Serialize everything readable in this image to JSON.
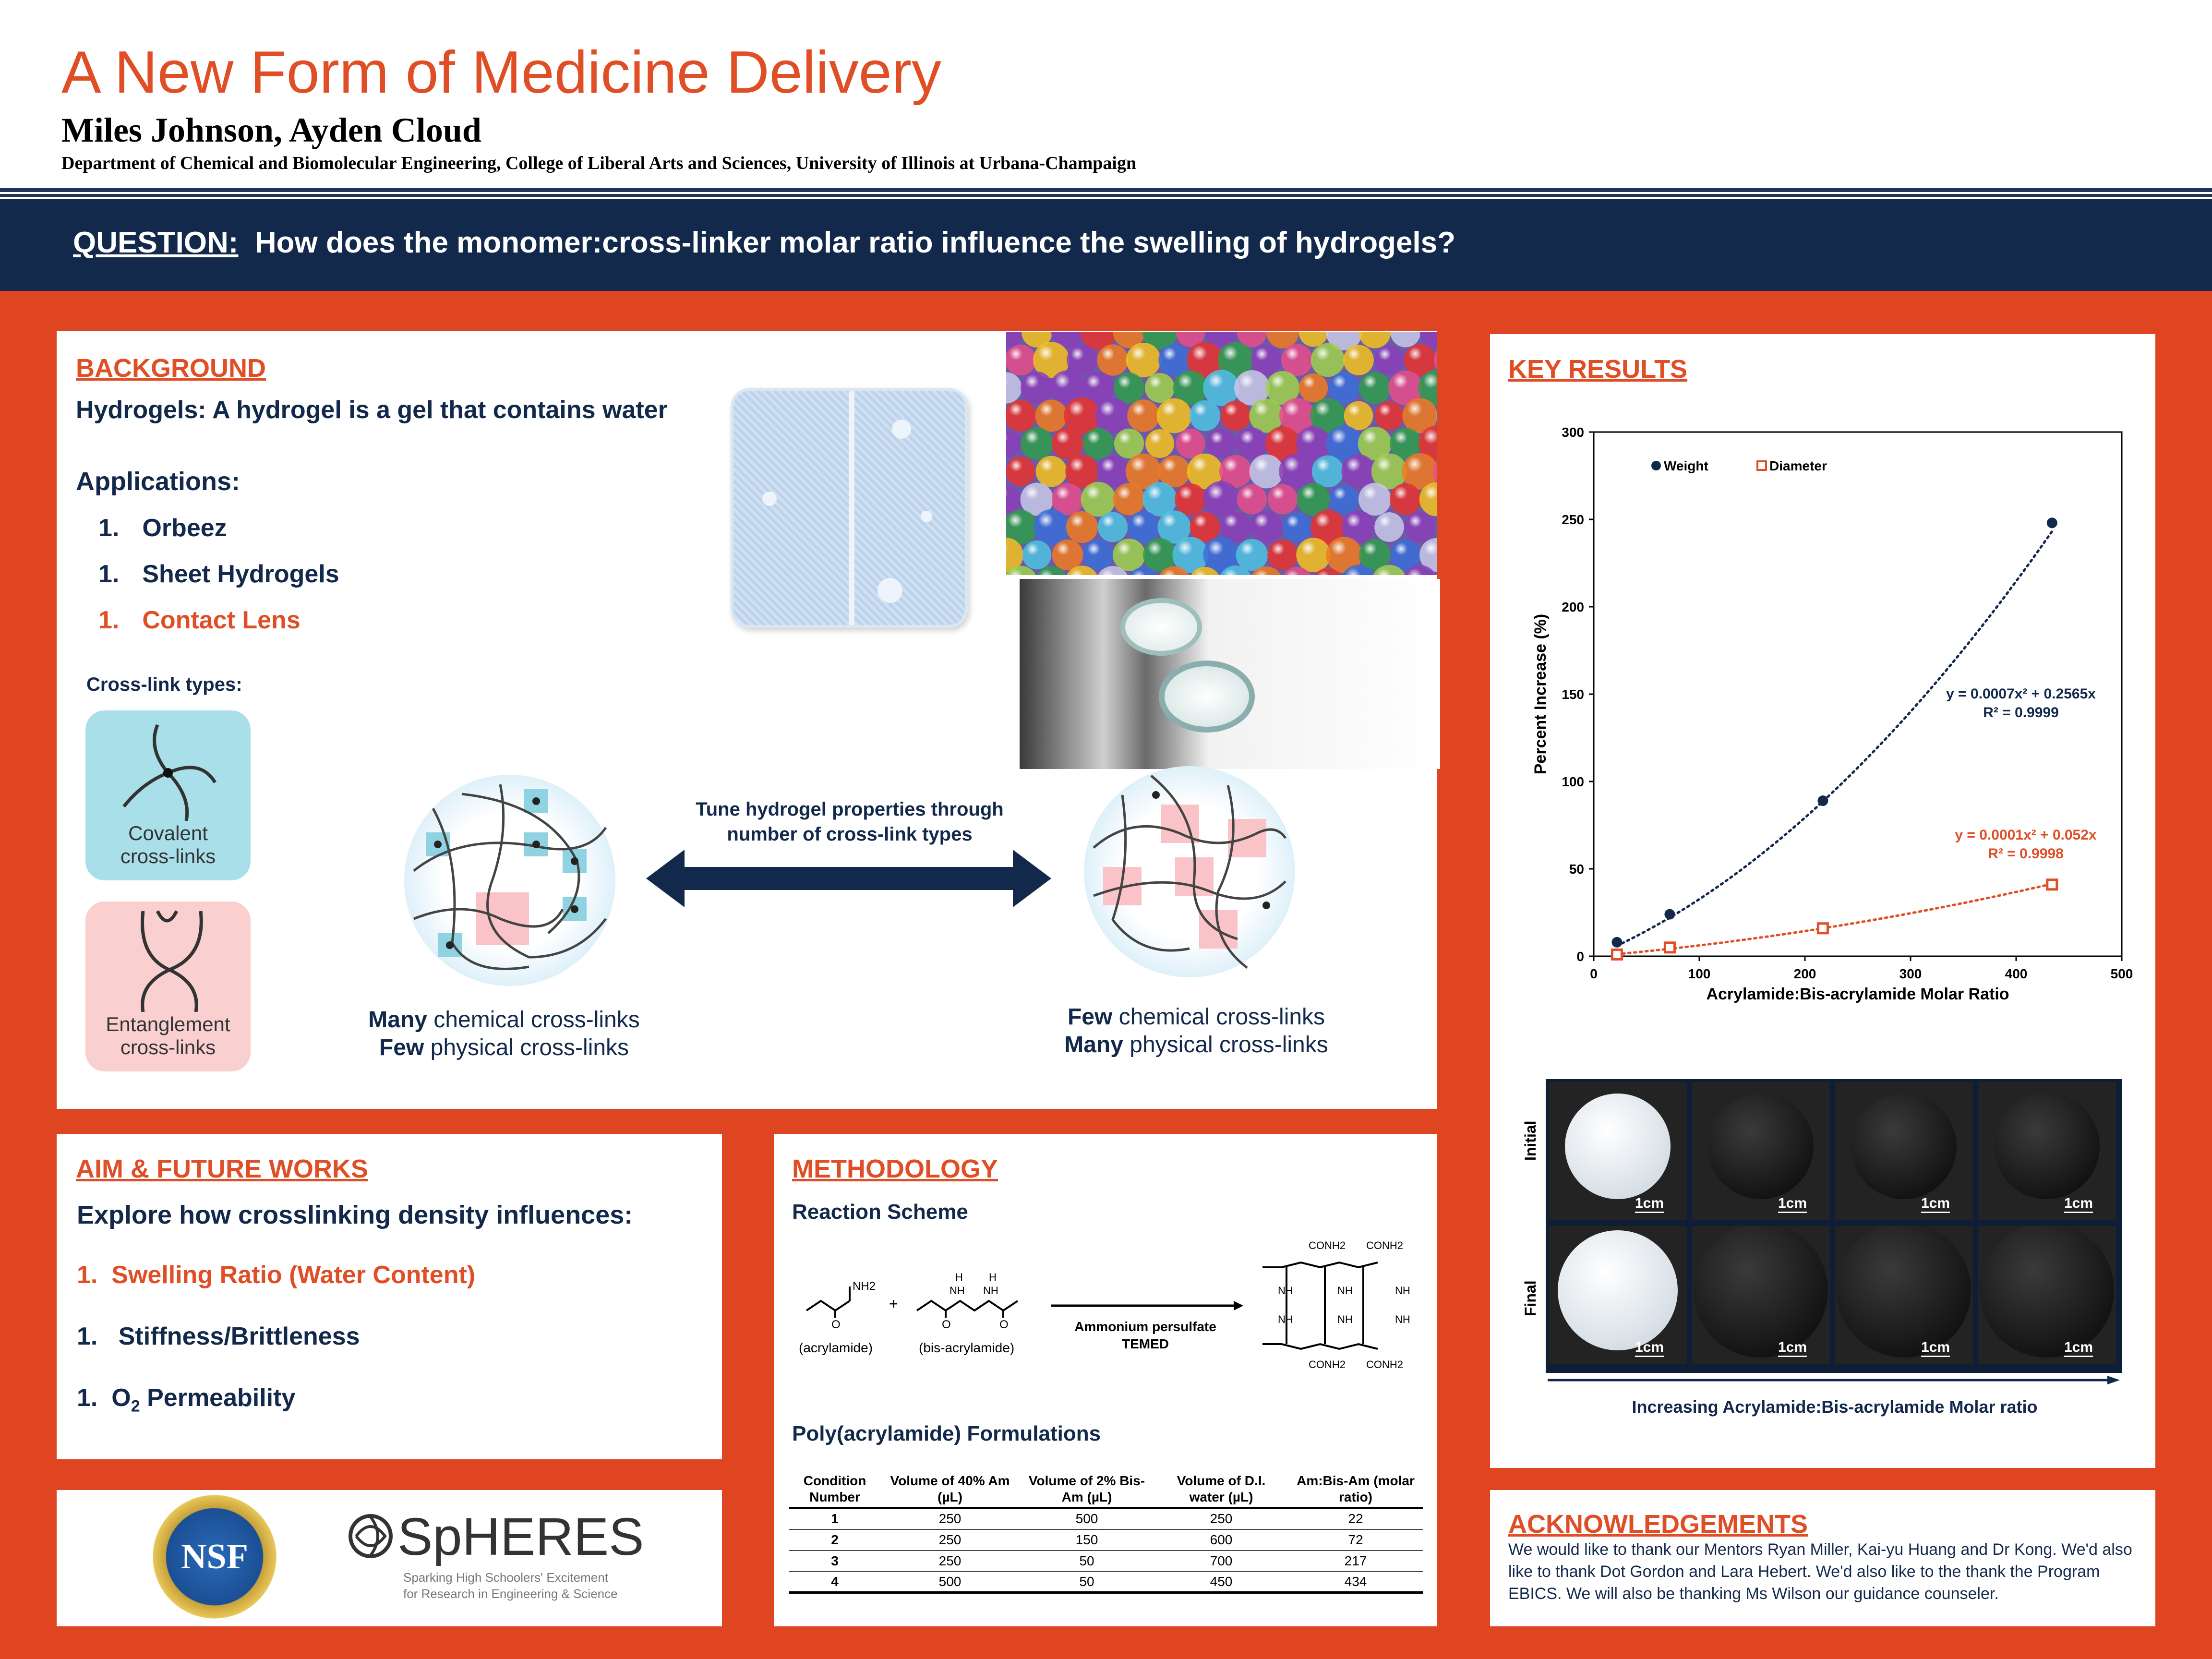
{
  "header": {
    "title": "A New Form of Medicine Delivery",
    "authors": "Miles Johnson, Ayden Cloud",
    "department": "Department of Chemical and Biomolecular Engineering, College of Liberal Arts and Sciences, University of Illinois at Urbana-Champaign"
  },
  "question": {
    "label": "QUESTION:",
    "text": "How does the monomer:cross-linker molar ratio influence the swelling of hydrogels?"
  },
  "background": {
    "title": "BACKGROUND",
    "definition": "Hydrogels: A hydrogel is a gel that contains water",
    "applications_title": "Applications:",
    "applications": [
      {
        "num": "1.",
        "label": "Orbeez"
      },
      {
        "num": "1.",
        "label": "Sheet Hydrogels"
      },
      {
        "num": "1.",
        "label": "Contact Lens"
      }
    ],
    "crosslink_title": "Cross-link types:",
    "covalent_label": "Covalent cross-links",
    "entanglement_label": "Entanglement cross-links",
    "tune_text": "Tune hydrogel properties through number of cross-link types",
    "left_many": "Many",
    "left_many_rest": " chemical cross-links",
    "left_few": "Few",
    "left_few_rest": " physical cross-links",
    "right_few": "Few",
    "right_few_rest": " chemical cross-links",
    "right_many": "Many",
    "right_many_rest": " physical cross-links"
  },
  "aim": {
    "title": "AIM & FUTURE WORKS",
    "intro": "Explore how crosslinking density influences:",
    "items": [
      {
        "num": "1.",
        "label": "Swelling Ratio (Water Content)"
      },
      {
        "num": "1.",
        "label": "Stiffness/Brittleness"
      },
      {
        "num": "1.",
        "label": "O",
        "sub": "2",
        "rest": " Permeability"
      }
    ]
  },
  "methodology": {
    "title": "METHODOLOGY",
    "reaction_title": "Reaction Scheme",
    "acrylamide_label": "(acrylamide)",
    "bis_label": "(bis-acrylamide)",
    "plus": "+",
    "reagent1": "Ammonium persulfate",
    "reagent2": "TEMED",
    "nh2": "NH2",
    "conh2": "CONH2",
    "nh": "NH",
    "h": "H",
    "o": "O",
    "formulation_title": "Poly(acrylamide) Formulations",
    "table": {
      "headers": [
        "Condition Number",
        "Volume of 40% Am (µL)",
        "Volume of 2% Bis-Am (µL)",
        "Volume of D.I. water (µL)",
        "Am:Bis-Am (molar ratio)"
      ],
      "rows": [
        [
          "1",
          "250",
          "500",
          "250",
          "22"
        ],
        [
          "2",
          "250",
          "150",
          "600",
          "72"
        ],
        [
          "3",
          "250",
          "50",
          "700",
          "217"
        ],
        [
          "4",
          "500",
          "50",
          "450",
          "434"
        ]
      ]
    }
  },
  "logos": {
    "nsf": "NSF",
    "spheres": "SpHERES",
    "spheres_tagline_1": "Sparking High Schoolers' Excitement",
    "spheres_tagline_2": "for Research in Engineering & Science"
  },
  "key_results": {
    "title": "KEY RESULTS",
    "weight_eq": "y = 0.0007x² + 0.2565x",
    "weight_r2": "R² = 0.9999",
    "diam_eq": "y = 0.0001x² + 0.052x",
    "diam_r2": "R² = 0.9998",
    "photos_initial": "Initial",
    "photos_final": "Final",
    "cm": "1cm",
    "photos_caption": "Increasing Acrylamide:Bis-acrylamide Molar ratio"
  },
  "chart_data": {
    "type": "scatter",
    "xlabel": "Acrylamide:Bis-acrylamide Molar Ratio",
    "ylabel": "Percent Increase (%)",
    "xlim": [
      0,
      500
    ],
    "ylim": [
      0,
      300
    ],
    "xticks": [
      0,
      100,
      200,
      300,
      400,
      500
    ],
    "yticks": [
      0,
      50,
      100,
      150,
      200,
      250,
      300
    ],
    "legend_position": "top-left",
    "grid": false,
    "series": [
      {
        "name": "Weight",
        "color": "#13294b",
        "marker": "circle",
        "x": [
          22,
          72,
          217,
          434
        ],
        "y": [
          8,
          24,
          89,
          248
        ],
        "trend": [
          0.0007,
          0.2565
        ]
      },
      {
        "name": "Diameter",
        "color": "#e04e26",
        "marker": "square",
        "x": [
          22,
          72,
          217,
          434
        ],
        "y": [
          1,
          5,
          16,
          41
        ],
        "trend": [
          0.0001,
          0.052
        ]
      }
    ]
  },
  "acknowledgements": {
    "title": "ACKNOWLEDGEMENTS",
    "text": "We would like to thank our Mentors Ryan Miller, Kai-yu Huang and Dr Kong. We'd also like to thank Dot Gordon and Lara Hebert. We'd also like to the thank the Program EBICS. We will also be thanking Ms Wilson our guidance counseler."
  },
  "colors": {
    "orange": "#e04521",
    "navy": "#13294b",
    "accent": "#e04e26"
  }
}
